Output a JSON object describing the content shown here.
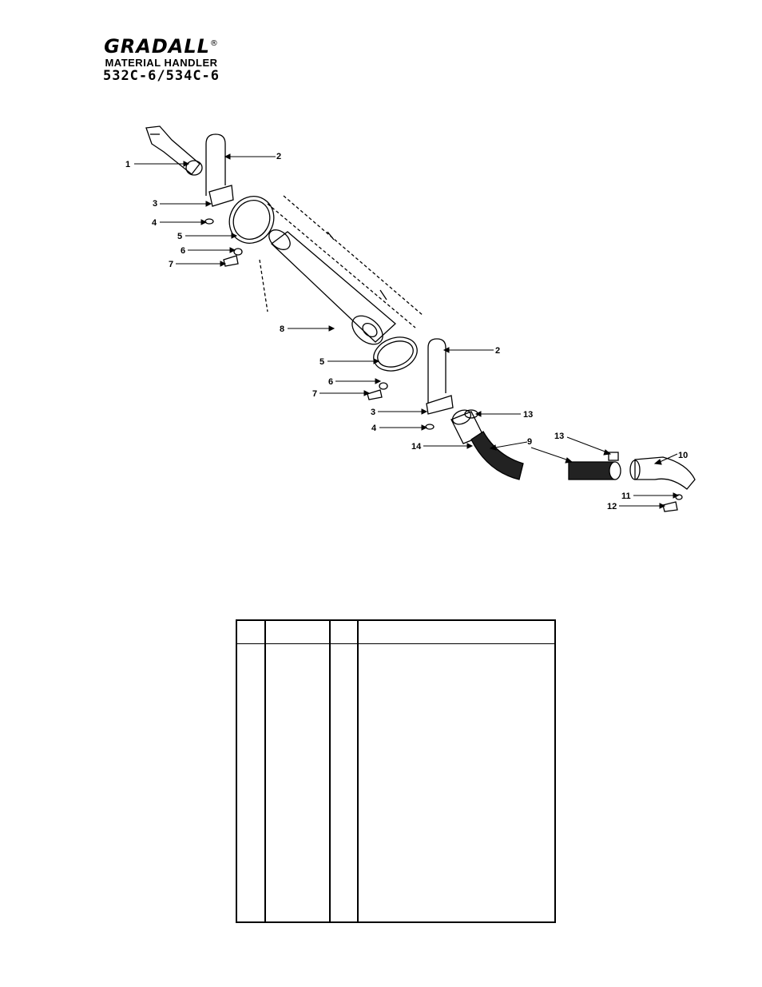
{
  "header": {
    "brand": "GRADALL",
    "registered_mark": "®",
    "subtitle": "MATERIAL HANDLER",
    "model": "532C-6/534C-6"
  },
  "callouts": [
    "1",
    "2",
    "3",
    "4",
    "5",
    "6",
    "7",
    "8",
    "5",
    "2",
    "6",
    "7",
    "3",
    "13",
    "4",
    "14",
    "9",
    "13",
    "10",
    "11",
    "12"
  ],
  "parts_table": {
    "columns": [
      "",
      "",
      "",
      ""
    ],
    "rows": []
  }
}
